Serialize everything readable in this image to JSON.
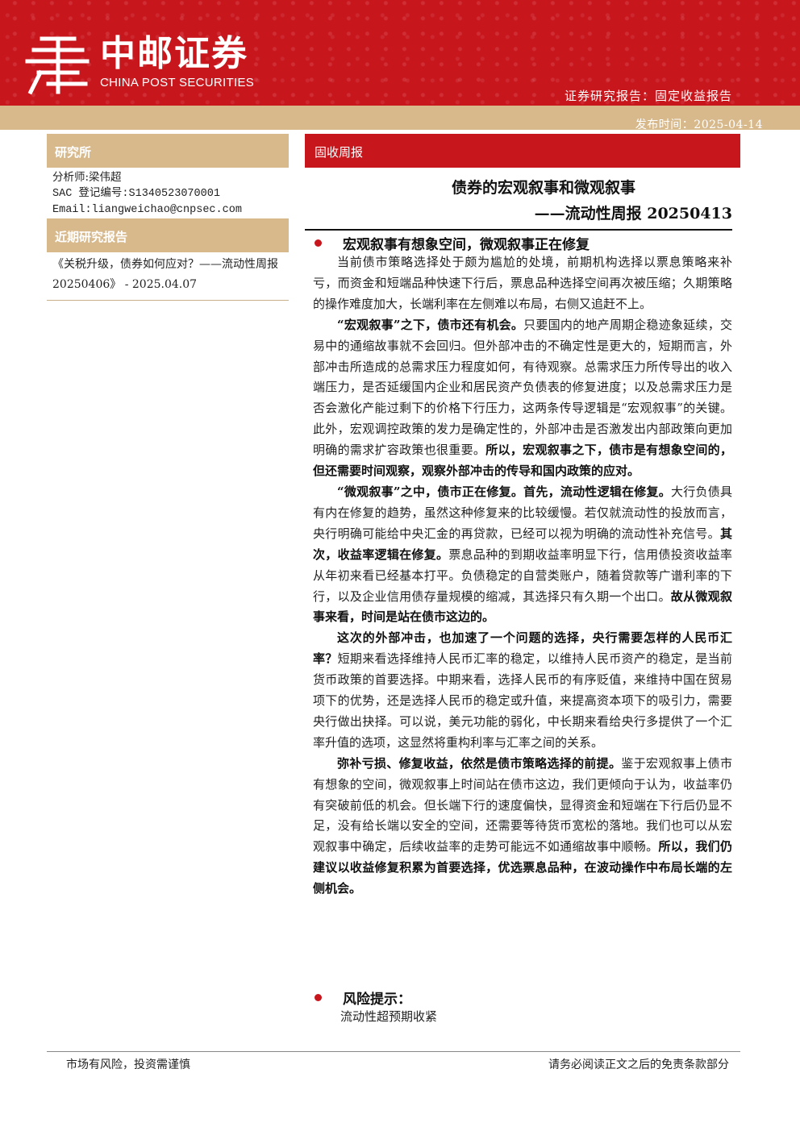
{
  "header": {
    "logo_cn": "中邮证券",
    "logo_en": "CHINA POST SECURITIES",
    "report_type": "证券研究报告：固定收益报告",
    "publish_date": "发布时间：2025-04-14"
  },
  "sidebar": {
    "research_head": "研究所",
    "analyst": "分析师:梁伟超",
    "sac": "SAC 登记编号:S1340523070001",
    "email": "Email:liangweichao@cnpsec.com",
    "recent_head": "近期研究报告",
    "recent_report": "《关税升级，债券如何应对？——流动性周报 20250406》 - 2025.04.07"
  },
  "main": {
    "tag": "固收周报",
    "title": "债券的宏观叙事和微观叙事",
    "subtitle": "——流动性周报 20250413",
    "section1_head": "宏观叙事有想象空间，微观叙事正在修复",
    "p1": "当前债市策略选择处于颇为尴尬的处境，前期机构选择以票息策略来补亏，而资金和短端品种快速下行后，票息品种选择空间再次被压缩；久期策略的操作难度加大，长端利率在左侧难以布局，右侧又追赶不上。",
    "p2_bold": "“宏观叙事”之下，债市还有机会。",
    "p2": "只要国内的地产周期企稳迹象延续，交易中的通缩故事就不会回归。但外部冲击的不确定性是更大的，短期而言，外部冲击所造成的总需求压力程度如何，有待观察。总需求压力所传导出的收入端压力，是否延缓国内企业和居民资产负债表的修复进度；以及总需求压力是否会激化产能过剩下的价格下行压力，这两条传导逻辑是“宏观叙事”的关键。此外，宏观调控政策的发力是确定性的，外部冲击是否激发出内部政策向更加明确的需求扩容政策也很重要。",
    "p2_bold_end": "所以，宏观叙事之下，债市是有想象空间的，但还需要时间观察，观察外部冲击的传导和国内政策的应对。",
    "p3_bold": "“微观叙事”之中，债市正在修复。首先，流动性逻辑在修复。",
    "p3": "大行负债具有内在修复的趋势，虽然这种修复来的比较缓慢。若仅就流动性的投放而言，央行明确可能给中央汇金的再贷款，已经可以视为明确的流动性补充信号。",
    "p3_bold_mid": "其次，收益率逻辑在修复。",
    "p3_b": "票息品种的到期收益率明显下行，信用债投资收益率从年初来看已经基本打平。负债稳定的自营类账户，随着贷款等广谱利率的下行，以及企业信用债存量规模的缩减，其选择只有久期一个出口。",
    "p3_bold_end": "故从微观叙事来看，时间是站在债市这边的。",
    "p4_bold": "这次的外部冲击，也加速了一个问题的选择，央行需要怎样的人民币汇率？",
    "p4": "短期来看选择维持人民币汇率的稳定，以维持人民币资产的稳定，是当前货币政策的首要选择。中期来看，选择人民币的有序贬值，来维持中国在贸易项下的优势，还是选择人民币的稳定或升值，来提高资本项下的吸引力，需要央行做出抉择。可以说，美元功能的弱化，中长期来看给央行多提供了一个汇率升值的选项，这显然将重构利率与汇率之间的关系。",
    "p5_bold": "弥补亏损、修复收益，依然是债市策略选择的前提。",
    "p5": "鉴于宏观叙事上债市有想象的空间，微观叙事上时间站在债市这边，我们更倾向于认为，收益率仍有突破前低的机会。但长端下行的速度偏快，显得资金和短端在下行后仍显不足，没有给长端以安全的空间，还需要等待货币宽松的落地。我们也可以从宏观叙事中确定，后续收益率的走势可能远不如通缩故事中顺畅。",
    "p5_bold_end": "所以，我们仍建议以收益修复积累为首要选择，优选票息品种，在波动操作中布局长端的左侧机会。",
    "risk_head": "风险提示：",
    "risk_text": "流动性超预期收紧"
  },
  "footer": {
    "left": "市场有风险，投资需谨慎",
    "right": "请务必阅读正文之后的免责条款部分"
  },
  "colors": {
    "brand_red": "#c8161d",
    "gold": "#d8b98c"
  }
}
